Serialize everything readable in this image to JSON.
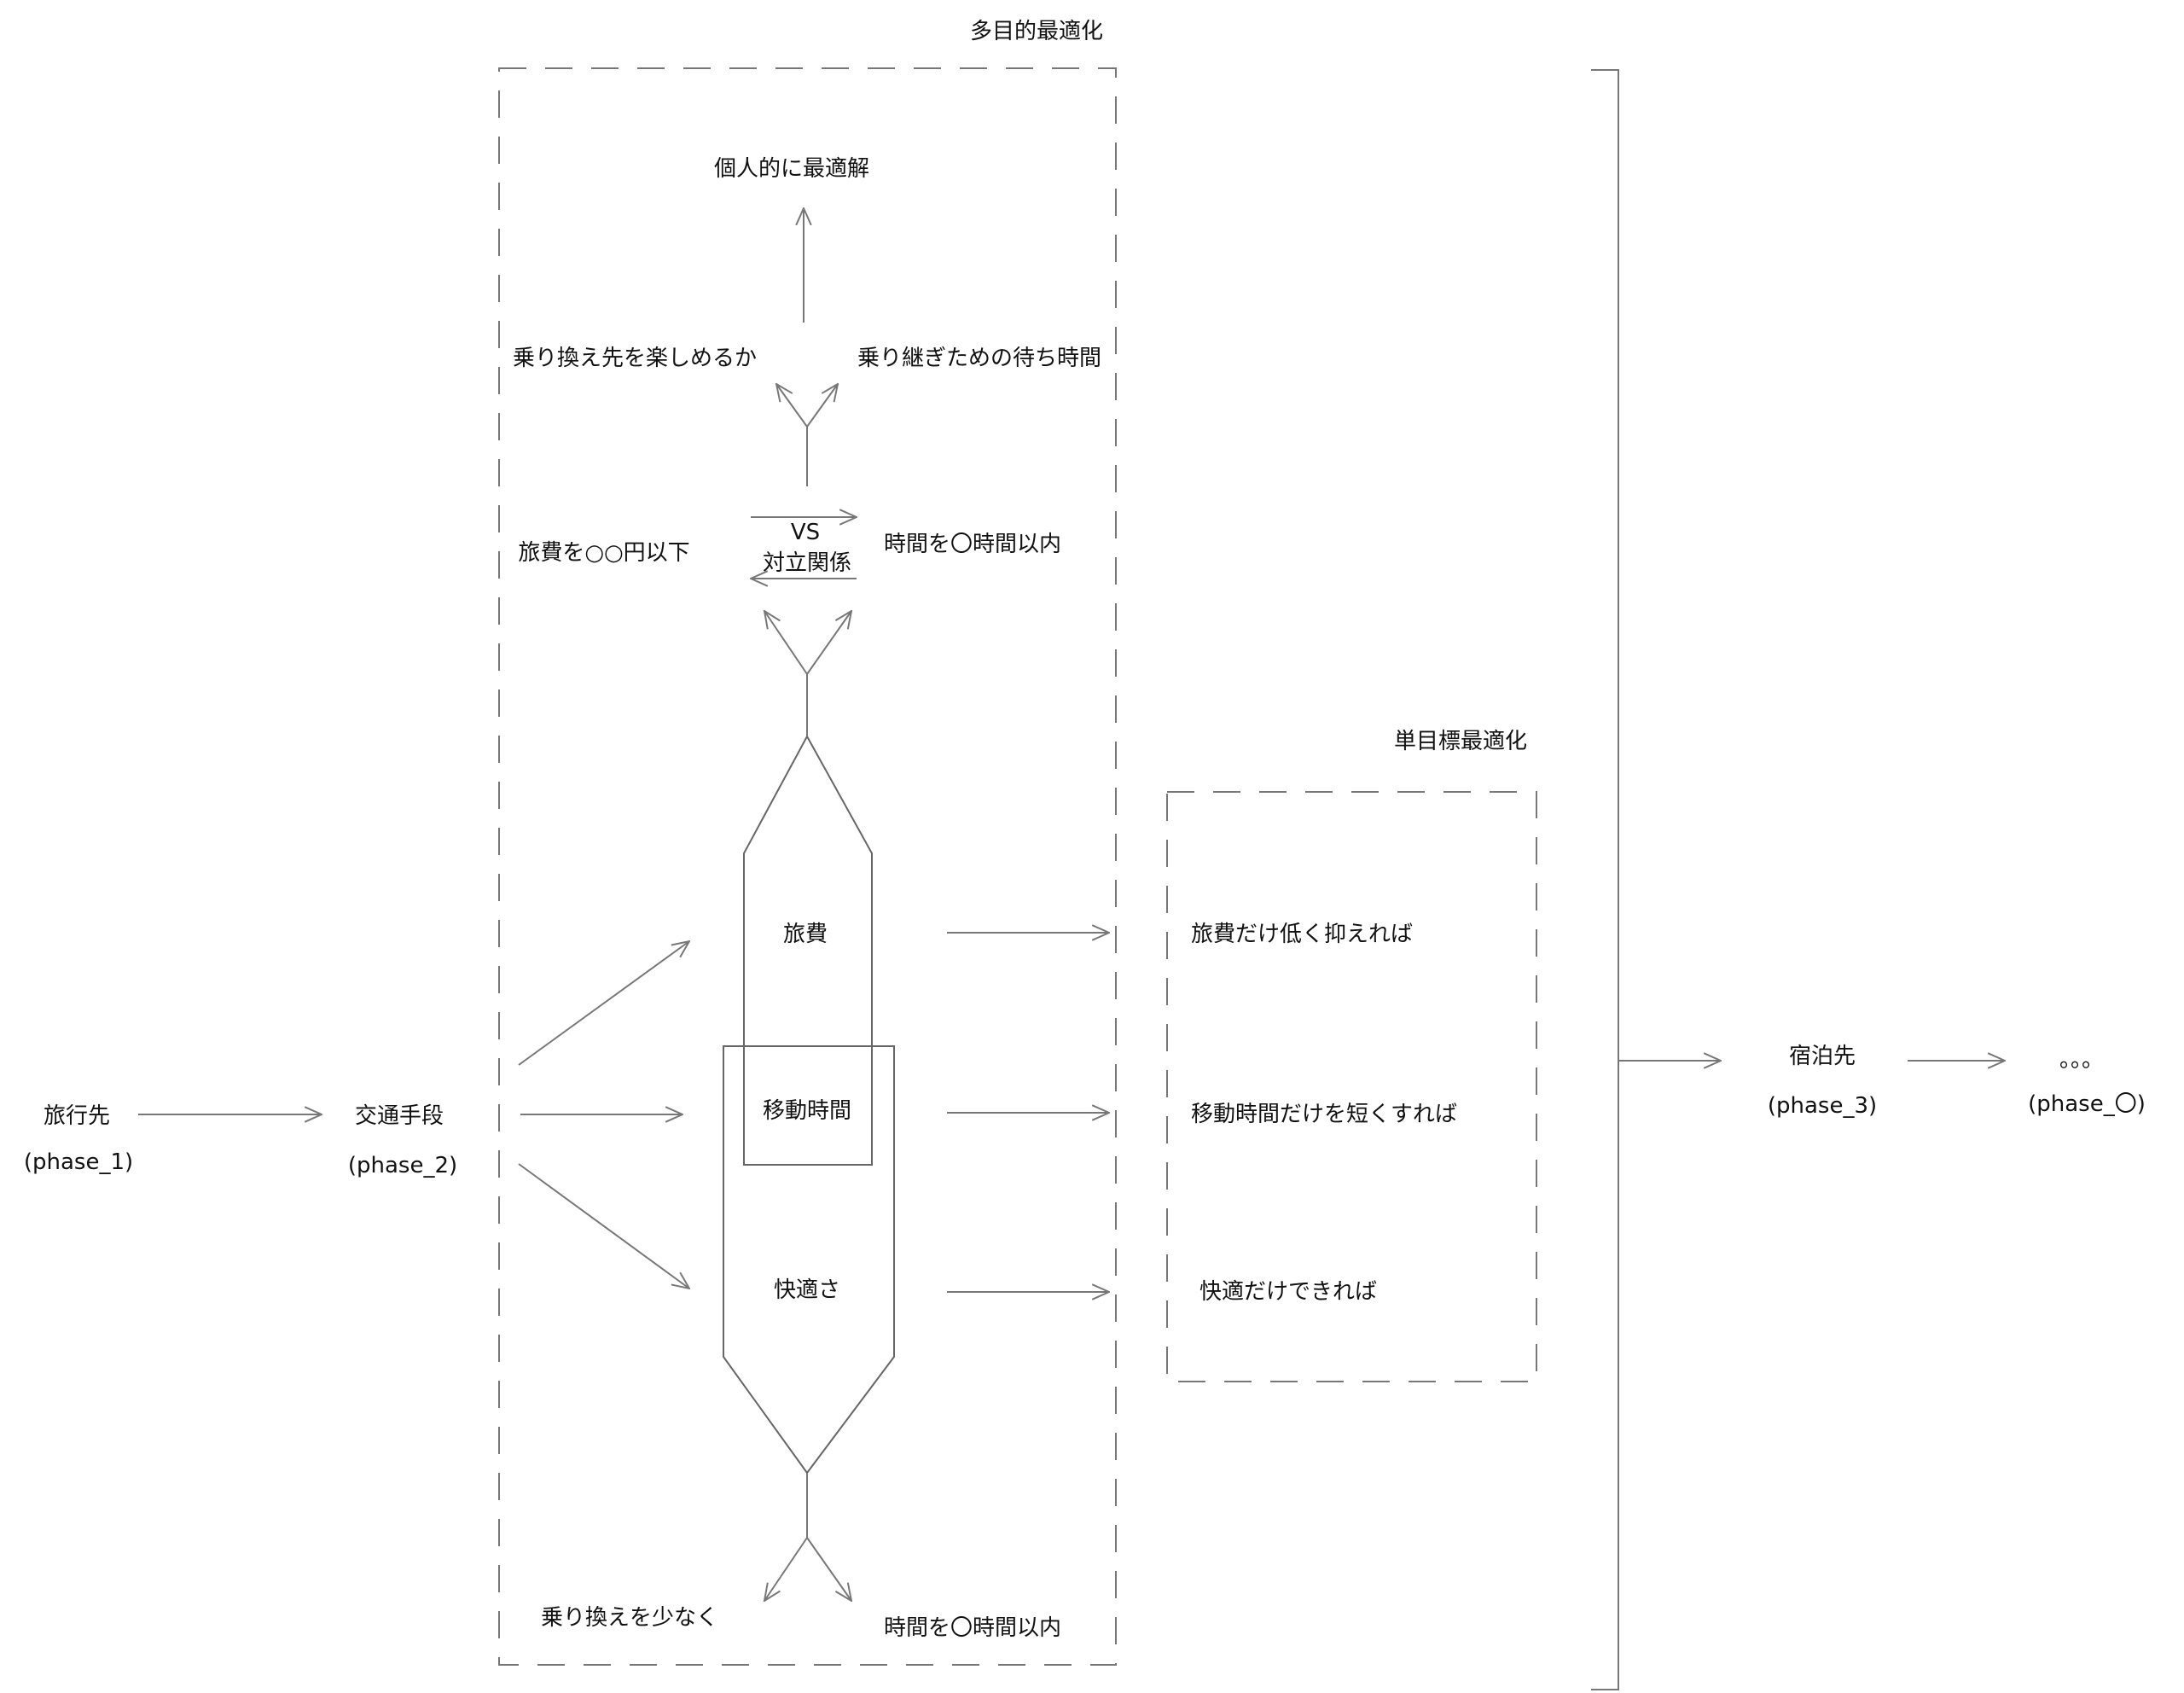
{
  "headings": {
    "multi_objective": "多目的最適化",
    "single_objective": "単目標最適化"
  },
  "phases": {
    "p1": {
      "name": "旅行先",
      "code": "(phase_1)"
    },
    "p2": {
      "name": "交通手段",
      "code": "(phase_2)"
    },
    "p3": {
      "name": "宿泊先",
      "code": "(phase_3)"
    },
    "pn": {
      "name": "。。。",
      "code": "(phase_〇)"
    }
  },
  "multi": {
    "optimum": "個人的に最適解",
    "transfer_enjoy": "乗り換え先を楽しめるか",
    "wait_time": "乗り継ぎための待ち時間",
    "cost_limit": "旅費を○○円以下",
    "vs": "VS",
    "conflict": "対立関係",
    "time_limit": "時間を〇時間以内",
    "fewer_transfers": "乗り換えを少なく",
    "time_limit_bottom": "時間を〇時間以内"
  },
  "criteria": {
    "cost": "旅費",
    "travel_time": "移動時間",
    "comfort": "快適さ"
  },
  "single": {
    "cost_only": "旅費だけ低く抑えれば",
    "time_only": "移動時間だけを短くすれば",
    "comfort_only": "快適だけできれば"
  }
}
